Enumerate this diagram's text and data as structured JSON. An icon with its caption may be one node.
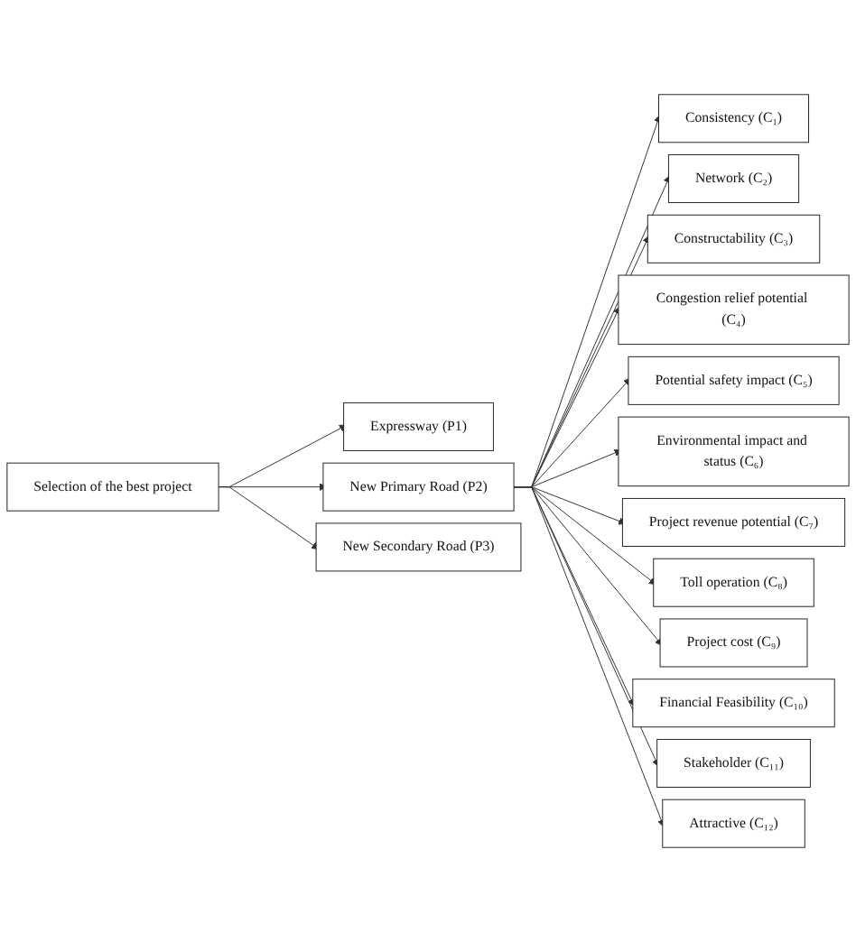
{
  "diagram": {
    "nodes": [
      {
        "text": [
          "Selection of the best project"
        ]
      },
      {
        "text": [
          "Expressway (P1)"
        ]
      },
      {
        "text": [
          "New Primary Road (P2)"
        ]
      },
      {
        "text": [
          "New Secondary Road (P3)"
        ]
      },
      {
        "text": [
          "Consistency (C₁)"
        ]
      },
      {
        "text": [
          "Network (C₂)"
        ]
      },
      {
        "text": [
          "Constructability (C₃)"
        ]
      },
      {
        "text": [
          "Congestion relief potential (C₄)"
        ]
      },
      {
        "text": [
          "Potential safety impact (C₅)"
        ]
      },
      {
        "text": [
          "Environmental impact and status (C₆)"
        ]
      },
      {
        "text": [
          "Project revenue potential (C₇)"
        ]
      },
      {
        "text": [
          "Toll operation (C₈)"
        ]
      },
      {
        "text": [
          "Project cost (C₉)"
        ]
      },
      {
        "text": [
          "Financial Feasibility (C₁₀)"
        ]
      },
      {
        "text": [
          "Stakeholder (C₁₁)"
        ]
      },
      {
        "text": [
          "Attractive (C₁₂)"
        ]
      }
    ],
    "edges": [
      {
        "from": 0,
        "to": 1,
        "arrow": "to"
      },
      {
        "from": 0,
        "to": 2,
        "arrow": "to"
      },
      {
        "from": 0,
        "to": 3,
        "arrow": "to"
      },
      {
        "from": 2,
        "to": 4,
        "arrow": "to"
      },
      {
        "from": 2,
        "to": 5,
        "arrow": "to"
      },
      {
        "from": 2,
        "to": 6,
        "arrow": "to"
      },
      {
        "from": 2,
        "to": 7,
        "arrow": "to"
      },
      {
        "from": 2,
        "to": 8,
        "arrow": "to"
      },
      {
        "from": 2,
        "to": 9,
        "arrow": "to"
      },
      {
        "from": 2,
        "to": 10,
        "arrow": "to"
      },
      {
        "from": 2,
        "to": 11,
        "arrow": "to"
      },
      {
        "from": 2,
        "to": 12,
        "arrow": "to"
      },
      {
        "from": 2,
        "to": 13,
        "arrow": "to"
      },
      {
        "from": 2,
        "to": 14,
        "arrow": "to"
      },
      {
        "from": 2,
        "to": 15,
        "arrow": "to"
      }
    ]
  }
}
